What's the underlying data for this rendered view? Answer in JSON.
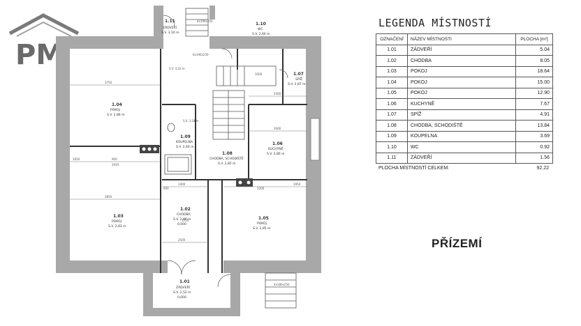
{
  "logo": {
    "text": "PM"
  },
  "rooms": [
    {
      "id": "1.01",
      "name": "ZÁDVEŘÍ",
      "sv": "S.V. 2,52 m",
      "elev": "0,000"
    },
    {
      "id": "1.02",
      "name": "CHODBA",
      "sv": "S.V. 2,80 m",
      "elev": "0,000"
    },
    {
      "id": "1.03",
      "name": "POKOJ",
      "sv": "S.V. 2,83 m"
    },
    {
      "id": "1.04",
      "name": "POKOJ",
      "sv": "S.V. 2,89 m"
    },
    {
      "id": "1.05",
      "name": "POKOJ",
      "sv": "S.V. 2,85 m"
    },
    {
      "id": "1.06",
      "name": "KUCHYNĚ",
      "sv": "S.V. 2,80 m"
    },
    {
      "id": "1.07",
      "name": "SPÍŽ",
      "sv": "S.V. 2,87 m"
    },
    {
      "id": "1.08",
      "name": "CHODBA, SCHODIŠTĚ",
      "sv": "S.V. 2,85 m"
    },
    {
      "id": "1.09",
      "name": "KOUPELNA",
      "sv": "S.V. 2,60 m"
    },
    {
      "id": "1.10",
      "name": "WC",
      "sv": "S.V. 2,60 m"
    },
    {
      "id": "1.11",
      "name": "ZÁDVEŘÍ",
      "sv": "S.V. 3,10 m"
    }
  ],
  "dimensions": {
    "d1": "3750",
    "d2": "3850",
    "d3": "1400",
    "d4": "2500",
    "d5": "1950",
    "d6": "2400",
    "d7": "2600",
    "d8": "1650",
    "d9": "900",
    "d10": "2020",
    "d11": "1000",
    "d12": "800",
    "d13": "4x190x250",
    "d14": "6x190x250",
    "d15": "4x180x250",
    "d16": "S.V. 3,10 m",
    "d17": "S.V. 3,18 m",
    "d18": "2600",
    "d19": "1750",
    "d20": "1200",
    "d21": "600"
  },
  "legend": {
    "title": "LEGENDA MÍSTNOSTÍ",
    "headers": {
      "code": "OZNAČENÍ",
      "name": "NÁZEV MÍSTNOSTI",
      "area": "PLOCHA [m²]"
    },
    "rows": [
      {
        "code": "1.01",
        "name": "ZÁDVEŘÍ",
        "area": "5.04"
      },
      {
        "code": "1.02",
        "name": "CHODBA",
        "area": "8.05"
      },
      {
        "code": "1.03",
        "name": "POKOJ",
        "area": "18.64"
      },
      {
        "code": "1.04",
        "name": "POKOJ",
        "area": "15.00"
      },
      {
        "code": "1.05",
        "name": "POKOJ",
        "area": "12.90"
      },
      {
        "code": "1.06",
        "name": "KUCHYNĚ",
        "area": "7.67"
      },
      {
        "code": "1.07",
        "name": "SPÍŽ",
        "area": "4.91"
      },
      {
        "code": "1.08",
        "name": "CHODBA, SCHODIŠTĚ",
        "area": "13.84"
      },
      {
        "code": "1.09",
        "name": "KOUPELNA",
        "area": "3.69"
      },
      {
        "code": "1.10",
        "name": "WC",
        "area": "0.92"
      },
      {
        "code": "1.11",
        "name": "ZÁDVEŘÍ",
        "area": "1.56"
      }
    ],
    "total_label": "PLOCHA MÍSTNOSTÍ CELKEM:",
    "total_value": "92.22"
  },
  "floor_label": "PŘÍZEMÍ"
}
